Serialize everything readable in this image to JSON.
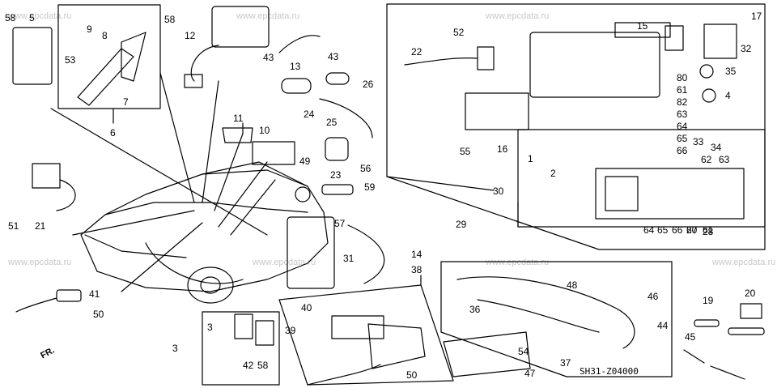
{
  "watermarks": [
    "www.epcdata.ru",
    "www.epcdata.ru",
    "www.epcdata.ru",
    "www.epcdata.ru",
    "www.epcdata.ru",
    "www.epcdata.ru",
    "www.epcdata.ru"
  ],
  "diagram_code": "SH31-Z04000",
  "direction_label": "FR.",
  "callouts": [
    "58",
    "5",
    "9",
    "8",
    "53",
    "7",
    "6",
    "58",
    "12",
    "43",
    "13",
    "43",
    "52",
    "22",
    "15",
    "17",
    "32",
    "80",
    "35",
    "61",
    "82",
    "4",
    "63",
    "64",
    "65",
    "66",
    "33",
    "34",
    "26",
    "24",
    "25",
    "11",
    "10",
    "23",
    "56",
    "49",
    "59",
    "55",
    "16",
    "1",
    "2",
    "51",
    "21",
    "57",
    "31",
    "14",
    "29",
    "30",
    "62",
    "63",
    "64",
    "65",
    "66",
    "60",
    "61",
    "27",
    "28",
    "41",
    "50",
    "38",
    "40",
    "39",
    "3",
    "3",
    "42",
    "58",
    "54",
    "50",
    "47",
    "48",
    "46",
    "36",
    "44",
    "37",
    "19",
    "20",
    "45"
  ]
}
